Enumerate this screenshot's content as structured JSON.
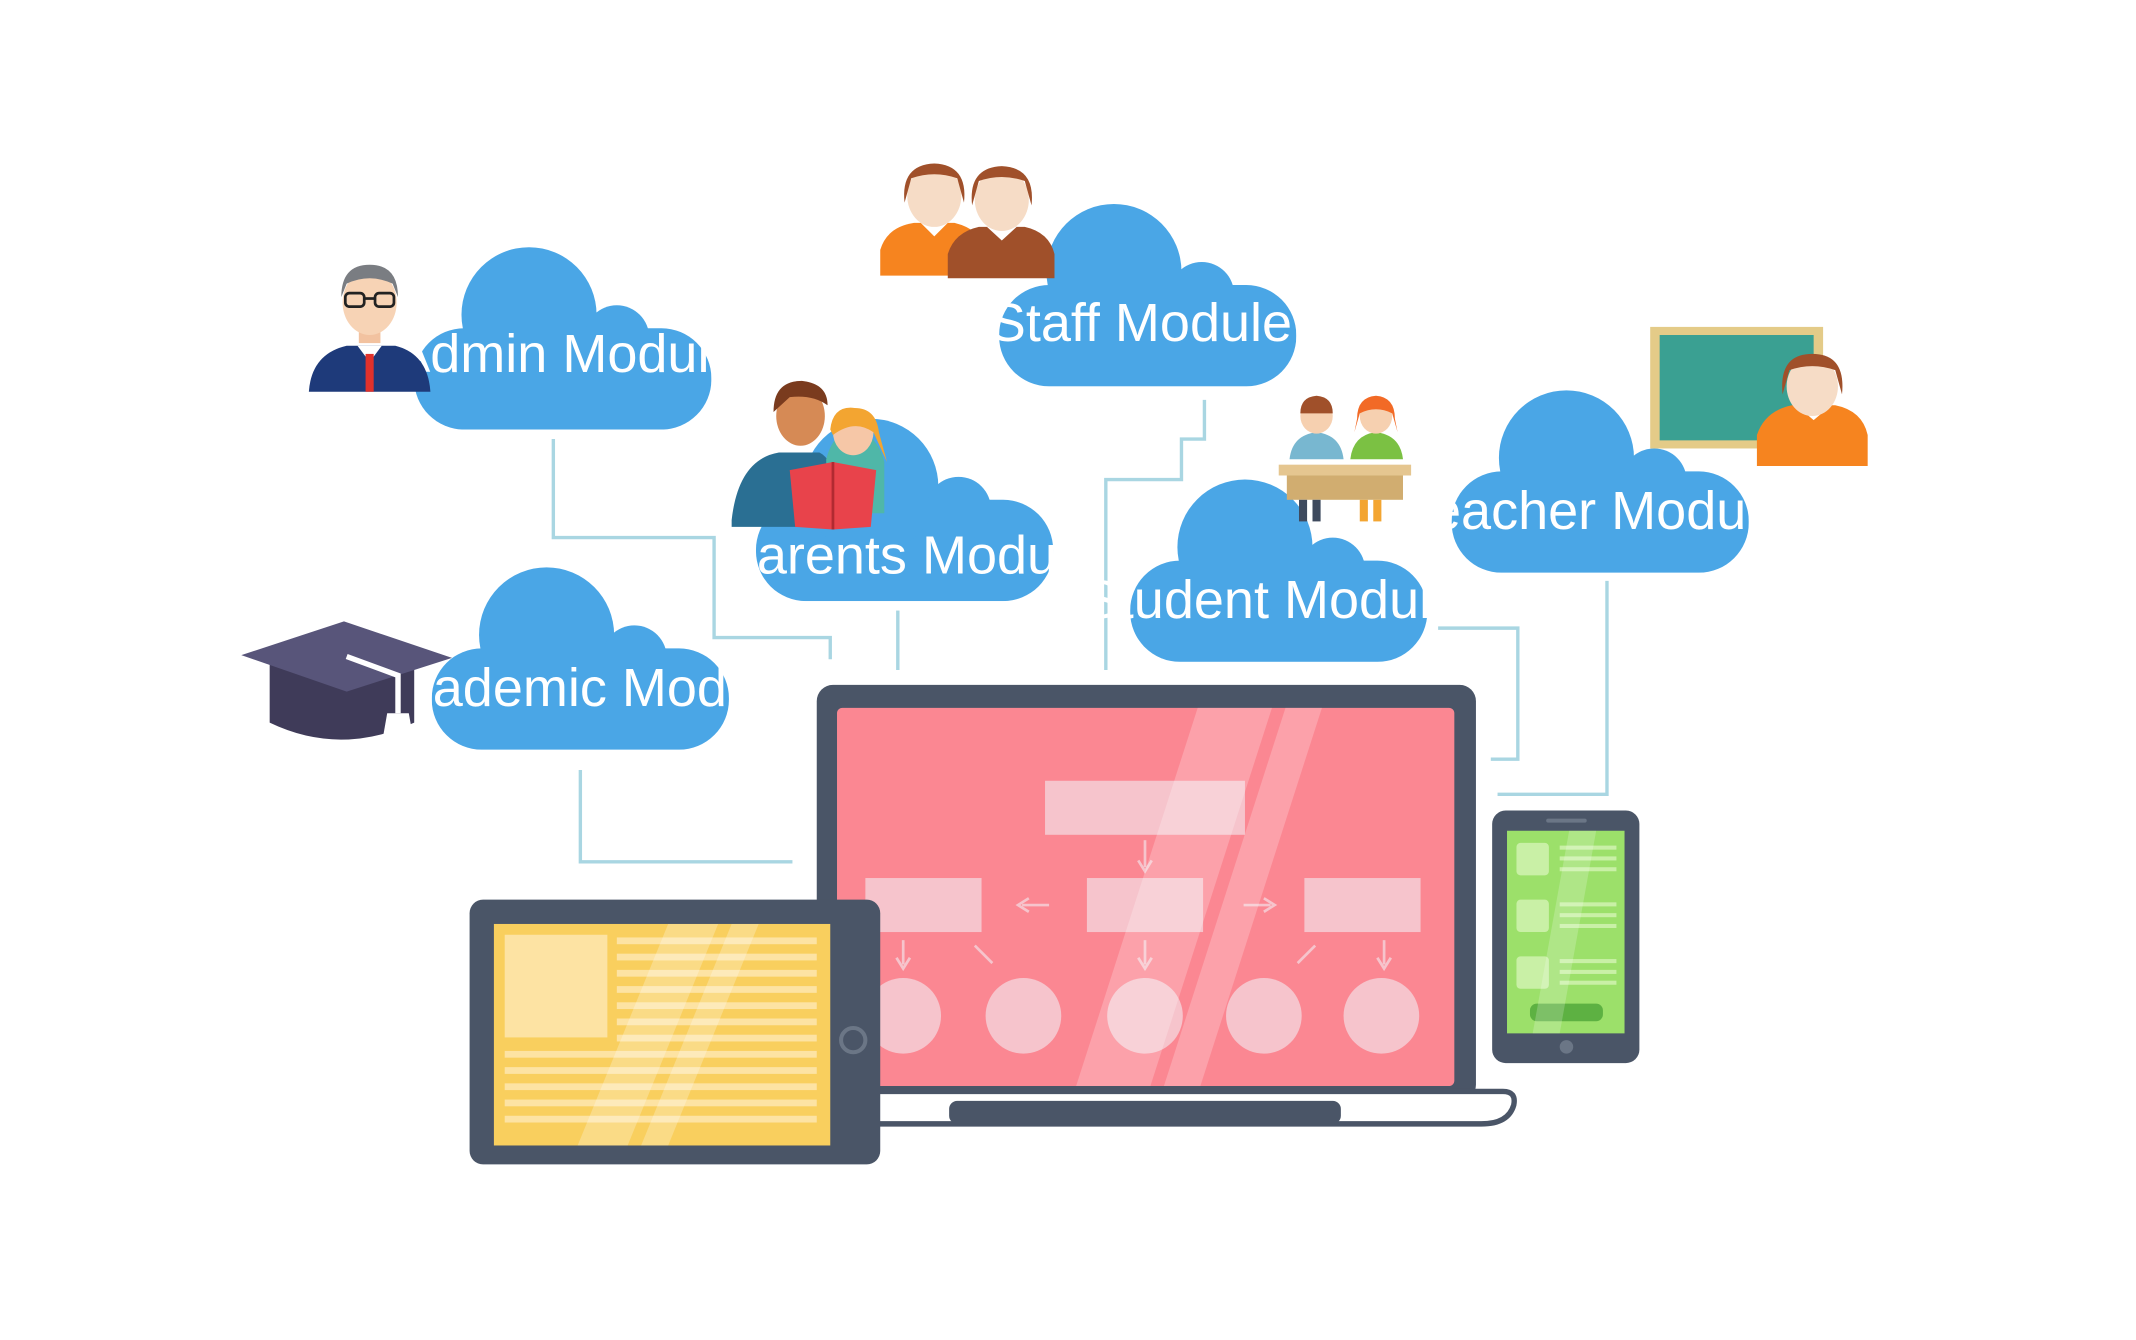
{
  "modules": [
    {
      "id": "admin",
      "label": "Admin Module",
      "icon": "admin-person-icon"
    },
    {
      "id": "academic",
      "label": "Academic Module",
      "icon": "graduation-cap-icon"
    },
    {
      "id": "parents",
      "label": "Parents Module",
      "icon": "parent-child-reading-icon"
    },
    {
      "id": "staff",
      "label": "Staff Module",
      "icon": "staff-people-icon"
    },
    {
      "id": "student",
      "label": "Student Module",
      "icon": "students-at-desk-icon"
    },
    {
      "id": "teacher",
      "label": "Teacher Module",
      "icon": "teacher-blackboard-icon"
    }
  ],
  "colors": {
    "cloud": "#4aa6e6",
    "connector": "#a9d6e2",
    "device_frame": "#4a5567",
    "laptop_screen": "#fb8792",
    "tablet_screen": "#f9cf5e",
    "phone_screen": "#9ce06a"
  }
}
